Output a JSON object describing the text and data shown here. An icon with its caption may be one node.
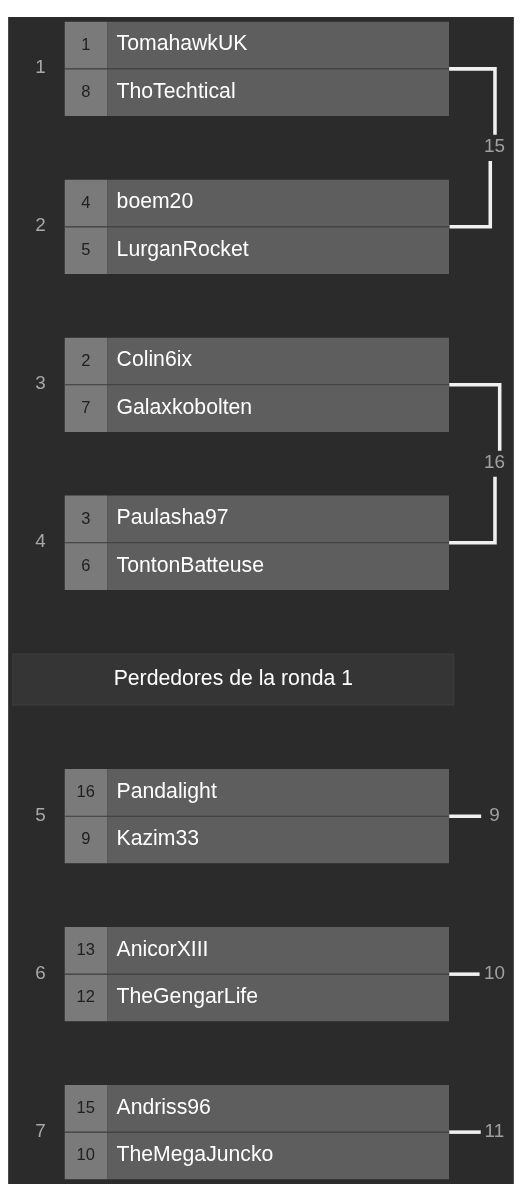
{
  "diagram": {
    "nodes": [
      {
        "text": [
          "1",
          "TomahawkUK",
          "8",
          "ThoTechtical"
        ],
        "beside": [
          "1"
        ]
      },
      {
        "text": [
          "4",
          "boem20",
          "5",
          "LurganRocket"
        ],
        "beside": [
          "2"
        ]
      },
      {
        "text": [
          "15"
        ]
      },
      {
        "text": [
          "2",
          "Colin6ix",
          "7",
          "Galaxkobolten"
        ],
        "beside": [
          "3"
        ]
      },
      {
        "text": [
          "3",
          "Paulasha97",
          "6",
          "TontonBatteuse"
        ],
        "beside": [
          "4"
        ]
      },
      {
        "text": [
          "16"
        ]
      },
      {
        "text": [
          "Perdedores de la ronda 1"
        ]
      },
      {
        "text": [
          "9"
        ]
      },
      {
        "text": [
          "16",
          "Pandalight",
          "9",
          "Kazim33"
        ],
        "beside": [
          "5"
        ]
      },
      {
        "text": [
          "10"
        ]
      },
      {
        "text": [
          "13",
          "AnicorXIII",
          "12",
          "TheGengarLife"
        ],
        "beside": [
          "6"
        ]
      },
      {
        "text": [
          "11"
        ]
      },
      {
        "text": [
          "15",
          "Andriss96",
          "10",
          "TheMegaJuncko"
        ],
        "beside": [
          "7"
        ]
      }
    ],
    "edges": [
      {
        "from": 0,
        "to": 2,
        "arrow": "none"
      },
      {
        "from": 1,
        "to": 2,
        "arrow": "none"
      },
      {
        "from": 3,
        "to": 5,
        "arrow": "none"
      },
      {
        "from": 4,
        "to": 5,
        "arrow": "none"
      },
      {
        "from": 8,
        "to": 7,
        "arrow": "none"
      },
      {
        "from": 10,
        "to": 9,
        "arrow": "none"
      },
      {
        "from": 12,
        "to": 11,
        "arrow": "none"
      }
    ]
  }
}
